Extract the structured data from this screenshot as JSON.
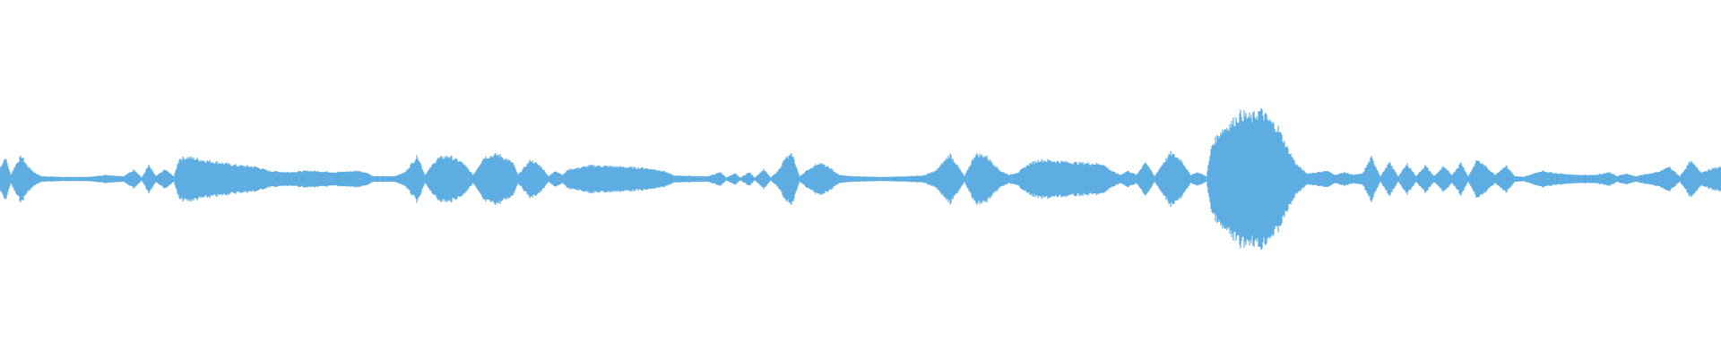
{
  "waveform": {
    "color": "#5dade2",
    "background": "#ffffff",
    "envelope": [
      [
        0,
        0.16
      ],
      [
        6,
        0.32
      ],
      [
        12,
        0.06
      ],
      [
        18,
        0.22
      ],
      [
        24,
        0.34
      ],
      [
        30,
        0.2
      ],
      [
        38,
        0.1
      ],
      [
        46,
        0.04
      ],
      [
        70,
        0.03
      ],
      [
        100,
        0.03
      ],
      [
        118,
        0.06
      ],
      [
        128,
        0.05
      ],
      [
        138,
        0.04
      ],
      [
        150,
        0.14
      ],
      [
        158,
        0.02
      ],
      [
        166,
        0.2
      ],
      [
        174,
        0.04
      ],
      [
        184,
        0.14
      ],
      [
        194,
        0.04
      ],
      [
        200,
        0.3
      ],
      [
        210,
        0.32
      ],
      [
        225,
        0.28
      ],
      [
        245,
        0.24
      ],
      [
        265,
        0.2
      ],
      [
        285,
        0.18
      ],
      [
        300,
        0.12
      ],
      [
        320,
        0.1
      ],
      [
        345,
        0.12
      ],
      [
        375,
        0.1
      ],
      [
        400,
        0.12
      ],
      [
        410,
        0.09
      ],
      [
        416,
        0.04
      ],
      [
        440,
        0.04
      ],
      [
        452,
        0.1
      ],
      [
        466,
        0.34
      ],
      [
        474,
        0.06
      ],
      [
        488,
        0.3
      ],
      [
        500,
        0.34
      ],
      [
        516,
        0.24
      ],
      [
        528,
        0.06
      ],
      [
        540,
        0.32
      ],
      [
        556,
        0.36
      ],
      [
        572,
        0.24
      ],
      [
        578,
        0.06
      ],
      [
        592,
        0.28
      ],
      [
        604,
        0.18
      ],
      [
        612,
        0.04
      ],
      [
        620,
        0.12
      ],
      [
        628,
        0.06
      ],
      [
        634,
        0.14
      ],
      [
        644,
        0.16
      ],
      [
        660,
        0.2
      ],
      [
        690,
        0.18
      ],
      [
        720,
        0.16
      ],
      [
        740,
        0.12
      ],
      [
        752,
        0.05
      ],
      [
        790,
        0.04
      ],
      [
        804,
        0.1
      ],
      [
        810,
        0.02
      ],
      [
        820,
        0.08
      ],
      [
        826,
        0.02
      ],
      [
        836,
        0.1
      ],
      [
        842,
        0.02
      ],
      [
        852,
        0.14
      ],
      [
        860,
        0.02
      ],
      [
        868,
        0.12
      ],
      [
        876,
        0.3
      ],
      [
        884,
        0.36
      ],
      [
        892,
        0.04
      ],
      [
        902,
        0.14
      ],
      [
        914,
        0.24
      ],
      [
        926,
        0.16
      ],
      [
        936,
        0.06
      ],
      [
        950,
        0.04
      ],
      [
        990,
        0.03
      ],
      [
        1030,
        0.05
      ],
      [
        1044,
        0.12
      ],
      [
        1060,
        0.36
      ],
      [
        1076,
        0.04
      ],
      [
        1088,
        0.36
      ],
      [
        1100,
        0.34
      ],
      [
        1116,
        0.12
      ],
      [
        1126,
        0.06
      ],
      [
        1136,
        0.1
      ],
      [
        1148,
        0.22
      ],
      [
        1160,
        0.28
      ],
      [
        1180,
        0.26
      ],
      [
        1200,
        0.24
      ],
      [
        1230,
        0.22
      ],
      [
        1240,
        0.12
      ],
      [
        1250,
        0.06
      ],
      [
        1258,
        0.12
      ],
      [
        1268,
        0.06
      ],
      [
        1278,
        0.26
      ],
      [
        1288,
        0.04
      ],
      [
        1298,
        0.24
      ],
      [
        1306,
        0.38
      ],
      [
        1318,
        0.28
      ],
      [
        1328,
        0.06
      ],
      [
        1336,
        0.1
      ],
      [
        1346,
        0.04
      ],
      [
        1352,
        0.5
      ],
      [
        1362,
        0.7
      ],
      [
        1372,
        0.8
      ],
      [
        1385,
        0.96
      ],
      [
        1396,
        0.9
      ],
      [
        1406,
        1.0
      ],
      [
        1416,
        0.86
      ],
      [
        1426,
        0.74
      ],
      [
        1436,
        0.46
      ],
      [
        1446,
        0.22
      ],
      [
        1458,
        0.08
      ],
      [
        1470,
        0.1
      ],
      [
        1480,
        0.12
      ],
      [
        1490,
        0.06
      ],
      [
        1500,
        0.1
      ],
      [
        1510,
        0.06
      ],
      [
        1520,
        0.08
      ],
      [
        1530,
        0.32
      ],
      [
        1540,
        0.04
      ],
      [
        1550,
        0.24
      ],
      [
        1560,
        0.04
      ],
      [
        1570,
        0.22
      ],
      [
        1580,
        0.04
      ],
      [
        1590,
        0.2
      ],
      [
        1600,
        0.04
      ],
      [
        1610,
        0.18
      ],
      [
        1620,
        0.06
      ],
      [
        1630,
        0.24
      ],
      [
        1638,
        0.04
      ],
      [
        1648,
        0.28
      ],
      [
        1658,
        0.18
      ],
      [
        1668,
        0.06
      ],
      [
        1680,
        0.2
      ],
      [
        1690,
        0.04
      ],
      [
        1700,
        0.03
      ],
      [
        1720,
        0.12
      ],
      [
        1740,
        0.08
      ],
      [
        1760,
        0.06
      ],
      [
        1780,
        0.06
      ],
      [
        1796,
        0.1
      ],
      [
        1804,
        0.04
      ],
      [
        1814,
        0.08
      ],
      [
        1824,
        0.04
      ],
      [
        1840,
        0.08
      ],
      [
        1850,
        0.1
      ],
      [
        1862,
        0.18
      ],
      [
        1874,
        0.04
      ],
      [
        1886,
        0.26
      ],
      [
        1898,
        0.1
      ],
      [
        1908,
        0.14
      ],
      [
        1920,
        0.18
      ]
    ]
  }
}
